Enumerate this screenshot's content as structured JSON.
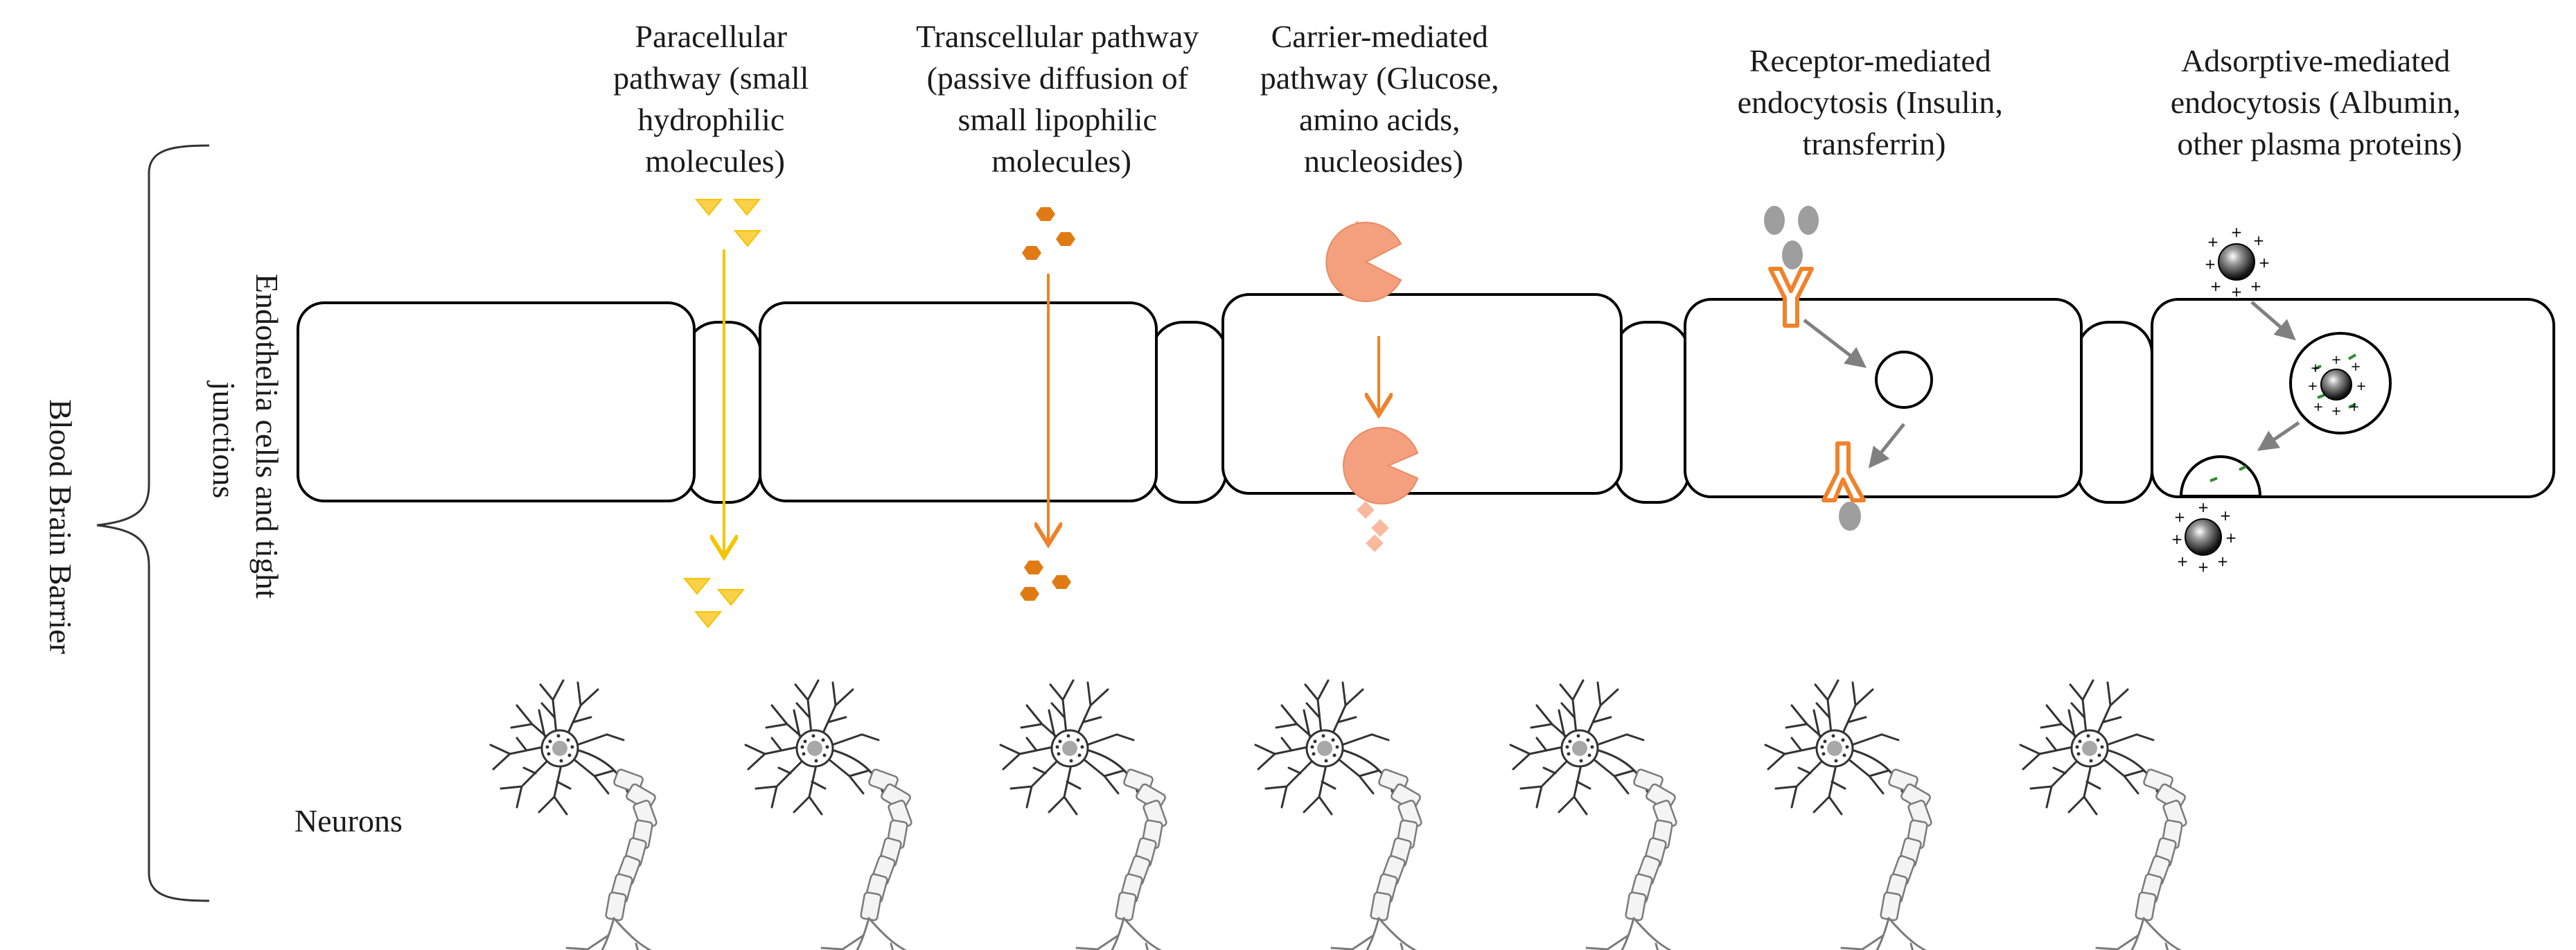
{
  "pathways": [
    {
      "lines": [
        "Paracellular",
        "pathway (small",
        "hydrophilic",
        "molecules)"
      ]
    },
    {
      "lines": [
        "Transcellular pathway",
        "(passive diffusion of",
        "small lipophilic",
        "molecules)"
      ]
    },
    {
      "lines": [
        "Carrier-mediated",
        "pathway (Glucose,",
        "amino acids,",
        "nucleosides)"
      ]
    },
    {
      "lines": [
        "Receptor-mediated",
        "endocytosis (Insulin,",
        "transferrin)"
      ]
    },
    {
      "lines": [
        "Adsorptive-mediated",
        "endocytosis (Albumin,",
        "other plasma proteins)"
      ]
    }
  ],
  "side_labels": {
    "bbb": "Blood Brain Barrier",
    "endothelial_line1": "Endothelia cells and tight",
    "endothelial_line2": "junctions",
    "neurons": "Neurons"
  },
  "colors": {
    "outline": "#000000",
    "paracellular": "#f5c400",
    "paracellular_fill": "#fbd04a",
    "transcellular": "#f0822a",
    "transcellular_fill": "#e07a12",
    "carrier": "#f4a07e",
    "receptor": "#f0822a",
    "ligand": "#9e9e9e",
    "arrow_grey": "#808080",
    "charge_green": "#2e8b2e",
    "neuron": "#333333"
  },
  "icons": [
    "bracket-icon",
    "triangle-molecule-icon",
    "hexagon-molecule-icon",
    "carrier-protein-icon",
    "receptor-icon",
    "charged-particle-icon",
    "neuron-icon"
  ]
}
